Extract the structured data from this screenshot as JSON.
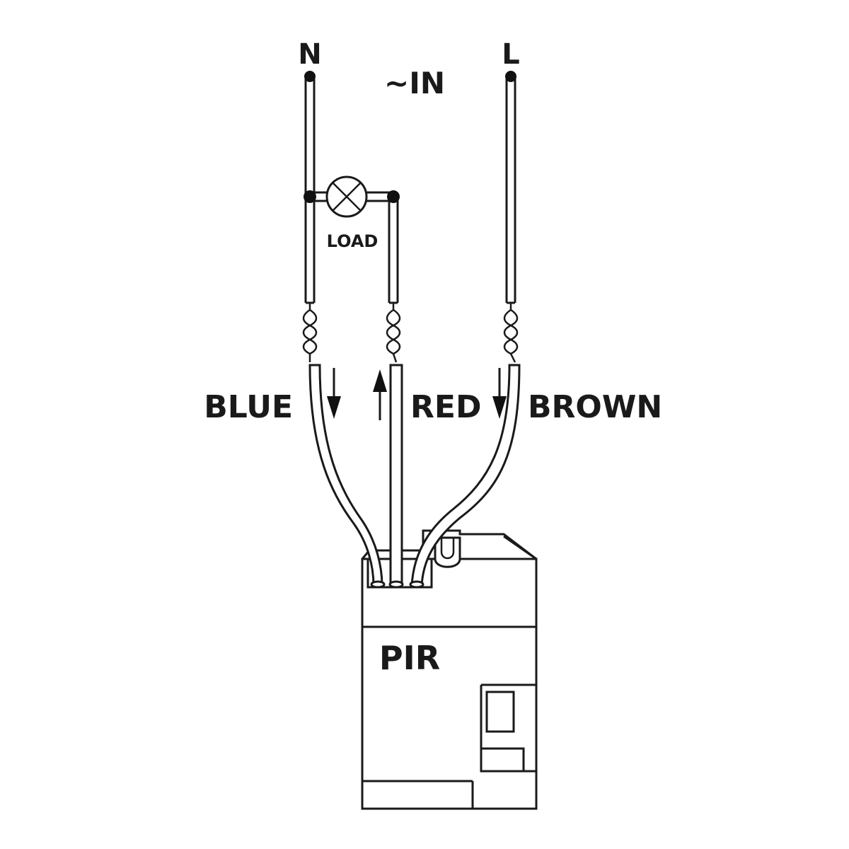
{
  "labels": {
    "neutral": "N",
    "live": "L",
    "input": "~IN",
    "load": "LOAD",
    "blue": "BLUE",
    "red": "RED",
    "brown": "BROWN",
    "device": "PIR"
  },
  "colors": {
    "line": "#1a1a1a",
    "background": "#ffffff"
  },
  "icons": [
    "lamp-symbol-icon",
    "arrow-down-icon",
    "arrow-up-icon"
  ]
}
